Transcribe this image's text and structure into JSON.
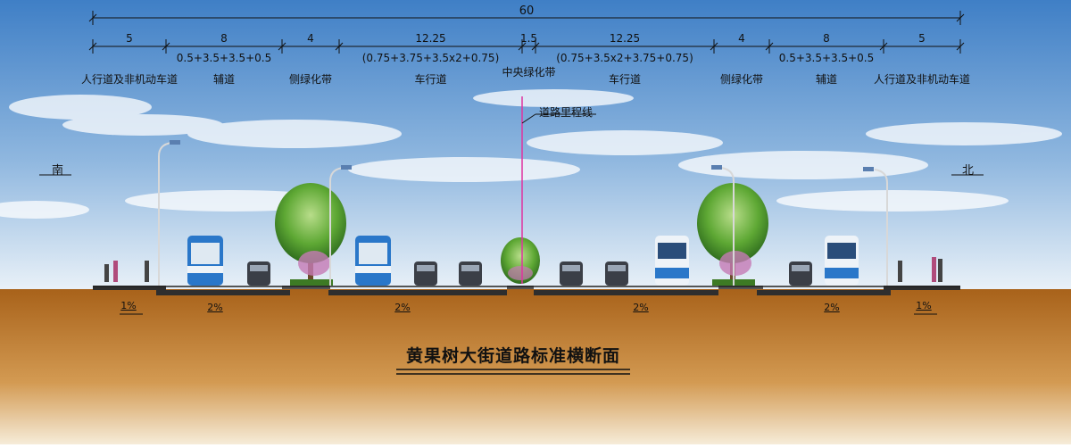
{
  "overall": {
    "width": "60"
  },
  "segments": [
    {
      "id": "left-sidewalk",
      "width": "5",
      "breakdown": "",
      "label": "人行道及非机动车道"
    },
    {
      "id": "left-aux-road",
      "width": "8",
      "breakdown": "0.5+3.5+3.5+0.5",
      "label": "辅道"
    },
    {
      "id": "left-green-belt",
      "width": "4",
      "breakdown": "",
      "label": "侧绿化带"
    },
    {
      "id": "left-carriageway",
      "width": "12.25",
      "breakdown": "(0.75+3.75+3.5x2+0.75)",
      "label": "车行道"
    },
    {
      "id": "median",
      "width": "1.5",
      "breakdown": "",
      "label": "中央绿化带"
    },
    {
      "id": "right-carriageway",
      "width": "12.25",
      "breakdown": "(0.75+3.5x2+3.75+0.75)",
      "label": "车行道"
    },
    {
      "id": "right-green-belt",
      "width": "4",
      "breakdown": "",
      "label": "侧绿化带"
    },
    {
      "id": "right-aux-road",
      "width": "8",
      "breakdown": "0.5+3.5+3.5+0.5",
      "label": "辅道"
    },
    {
      "id": "right-sidewalk",
      "width": "5",
      "breakdown": "",
      "label": "人行道及非机动车道"
    }
  ],
  "centerline_label": "道路里程线",
  "directions": {
    "left": "南",
    "right": "北"
  },
  "slopes": [
    "1%",
    "2%",
    "2%",
    "2%",
    "2%",
    "1%"
  ],
  "title": "黄果树大街道路标准横断面",
  "colors": {
    "sky_top": "#3f7fc6",
    "sky_bottom": "#e9f1f8",
    "soil": "#b06a1e",
    "pavement": "#2e2e2e",
    "centerline": "#e0339f",
    "bus_blue": "#2a77c9",
    "tree_green": "#4f9a2c"
  }
}
